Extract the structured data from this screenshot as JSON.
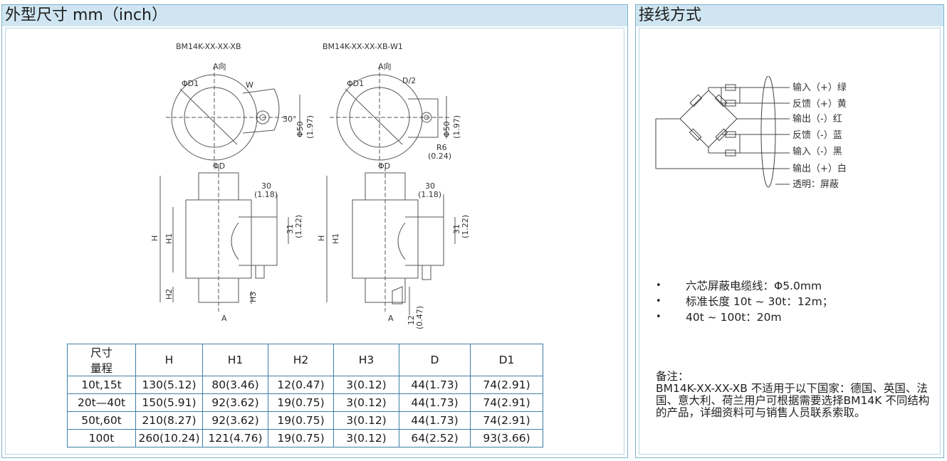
{
  "dimensions_panel": {
    "title": "外型尺寸 mm（inch）",
    "drawing_labels": {
      "model_a": "BM14K-XX-XX-XB",
      "model_b": "BM14K-XX-XX-XB-W1",
      "view_a": "A向",
      "phi_d1": "ΦD1",
      "w": "W",
      "d_half": "D/2",
      "angle": "30°",
      "phi50": "Φ50",
      "phi50_in": "(1.97)",
      "r6": "R6",
      "r6_in": "(0.24)",
      "phi_d": "ΦD",
      "dim30": "30",
      "dim30_in": "(1.18)",
      "dim31": "31",
      "dim31_in": "(1.22)",
      "h": "H",
      "h1": "H1",
      "h2": "H2",
      "h3": "H3",
      "dim12": "12",
      "dim12_in": "(0.47)",
      "arrow_a": "A"
    },
    "table": {
      "header_line1": "尺寸",
      "header_line2": "量程",
      "columns": [
        "H",
        "H1",
        "H2",
        "H3",
        "D",
        "D1"
      ],
      "rows": [
        [
          "10t,15t",
          "130(5.12)",
          "80(3.46)",
          "12(0.47)",
          "3(0.12)",
          "44(1.73)",
          "74(2.91)"
        ],
        [
          "20t—40t",
          "150(5.91)",
          "92(3.62)",
          "19(0.75)",
          "3(0.12)",
          "44(1.73)",
          "74(2.91)"
        ],
        [
          "50t,60t",
          "210(8.27)",
          "92(3.62)",
          "19(0.75)",
          "3(0.12)",
          "44(1.73)",
          "74(2.91)"
        ],
        [
          "100t",
          "260(10.24)",
          "121(4.76)",
          "19(0.75)",
          "3(0.12)",
          "64(2.52)",
          "93(3.66)"
        ]
      ]
    }
  },
  "wiring_panel": {
    "title": "接线方式",
    "wires": [
      "输入（+）绿",
      "反馈（+）黄",
      "输出（-）红",
      "反馈（-）蓝",
      "输入（-）黑",
      "输出（+）白",
      "透明：屏蔽"
    ],
    "specs": [
      "六芯屏蔽电缆线：Φ5.0mm",
      "标准长度 10t ~ 30t：12m；",
      "40t ~ 100t：20m"
    ],
    "note_title": "备注：",
    "note_body": "BM14K-XX-XX-XB 不适用于以下国家：德国、英国、法国、意大利、荷兰用户可根据需要选择BM14K 不同结构的产品，详细资料可与销售人员联系索取。"
  },
  "colors": {
    "header_bg": "#cfe6f2",
    "border": "#7fb2cc",
    "table_border": "#3d7fa6"
  }
}
